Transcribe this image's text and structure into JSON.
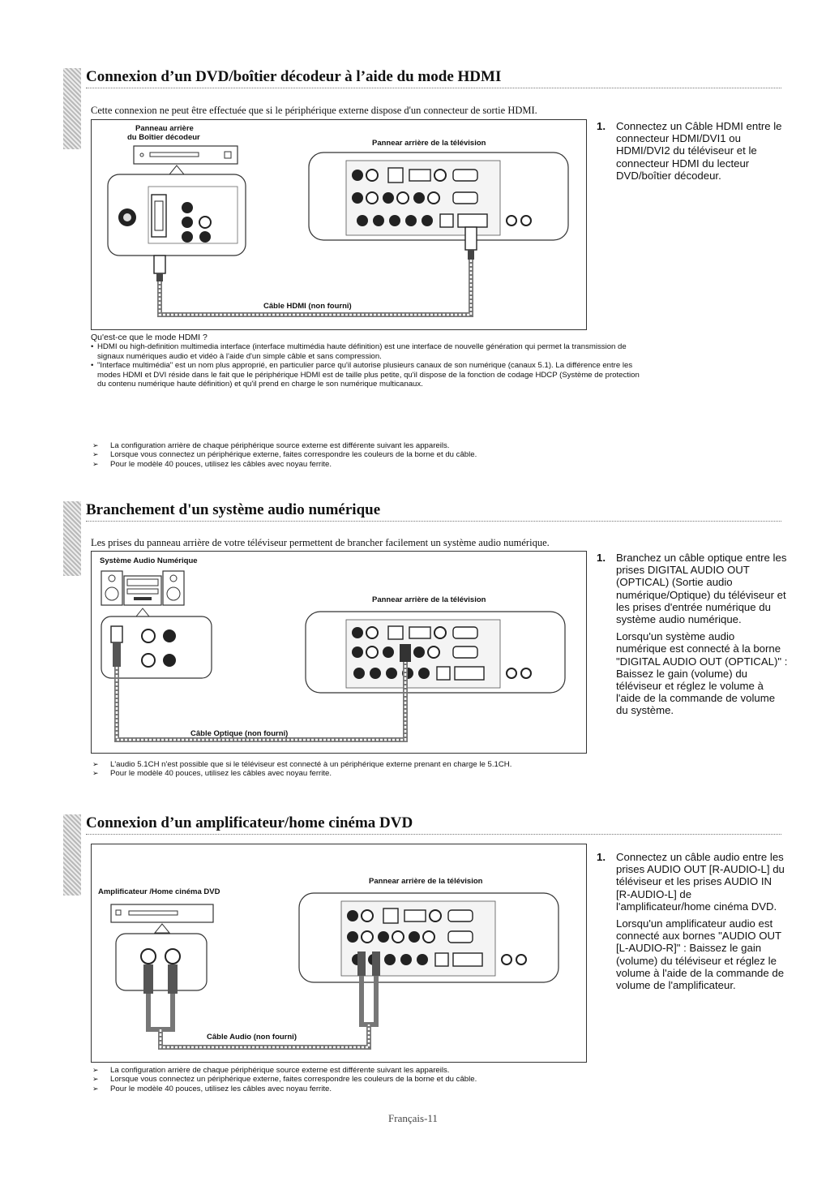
{
  "sections": [
    {
      "title": "Connexion d’un DVD/boîtier décodeur à l’aide du mode HDMI",
      "intro": "Cette connexion ne peut être effectuée que si le périphérique externe dispose d'un connecteur de sortie HDMI.",
      "diagram": {
        "device_label_line1": "Panneau arrière",
        "device_label_line2": "du Boîtier décodeur",
        "tv_label": "Pannear arrière de la télévision",
        "cable_label": "Câble HDMI (non fourni)"
      },
      "step_number": "1.",
      "step_text": "Connectez un Câble HDMI entre le connecteur HDMI/DVI1 ou HDMI/DVI2 du téléviseur et le connecteur HDMI du lecteur DVD/boîtier décodeur.",
      "hdmi_heading": "Qu'est-ce que le mode HDMI ?",
      "hdmi_bullets": [
        "HDMI ou high-definition multimedia interface (interface multimédia haute définition) est une interface de nouvelle génération qui permet la transmission de signaux numériques audio et vidéo à l'aide d'un simple câble et sans compression.",
        "\"Interface multimédia\" est un nom plus approprié, en particulier parce qu'il autorise plusieurs canaux de son numérique (canaux 5.1). La différence entre les modes HDMI et DVI réside dans le fait que le périphérique HDMI est de taille plus petite, qu'il dispose de la fonction de codage HDCP (Système de protection du contenu numérique haute définition) et qu'il prend en charge le son numérique multicanaux."
      ],
      "notes": [
        "La configuration arrière de chaque périphérique source externe est différente suivant les appareils.",
        "Lorsque vous connectez un périphérique externe, faites correspondre les couleurs de la borne et du câble.",
        "Pour le modèle 40 pouces, utilisez les câbles avec noyau ferrite."
      ]
    },
    {
      "title": "Branchement d'un système audio numérique",
      "intro": "Les prises du panneau arrière de votre téléviseur permettent de brancher facilement un système audio numérique.",
      "diagram": {
        "device_label": "Système Audio Numérique",
        "tv_label": "Pannear arrière de la télévision",
        "cable_label": "Câble Optique (non fourni)"
      },
      "step_number": "1.",
      "step_text_1": "Branchez un câble optique entre les prises DIGITAL AUDIO OUT (OPTICAL) (Sortie audio numérique/Optique) du téléviseur et les prises d'entrée numérique du système audio numérique.",
      "step_text_2": "Lorsqu'un système audio numérique est connecté à la borne \"DIGITAL AUDIO OUT (OPTICAL)\" : Baissez le gain (volume) du téléviseur et réglez le volume à l'aide de la commande de volume du système.",
      "notes": [
        "L'audio 5.1CH n'est possible que si le téléviseur est connecté à un périphérique externe prenant en charge le 5.1CH.",
        "Pour le modèle 40 pouces, utilisez les câbles avec noyau ferrite."
      ]
    },
    {
      "title": "Connexion d’un amplificateur/home cinéma DVD",
      "diagram": {
        "device_label": "Amplificateur /Home cinéma DVD",
        "tv_label": "Pannear arrière de la télévision",
        "cable_label": "Câble Audio (non fourni)"
      },
      "step_number": "1.",
      "step_text_1": "Connectez un câble audio entre les prises AUDIO OUT [R-AUDIO-L] du téléviseur et les prises AUDIO IN [R-AUDIO-L] de l'amplificateur/home cinéma DVD.",
      "step_text_2": "Lorsqu'un amplificateur audio est connecté aux bornes \"AUDIO OUT [L-AUDIO-R]\" : Baissez le gain (volume) du téléviseur et réglez le volume à l'aide de la commande de volume de l'amplificateur.",
      "notes": [
        "La configuration arrière de chaque périphérique source externe est différente suivant les appareils.",
        "Lorsque vous connectez un périphérique externe, faites correspondre les couleurs de la borne et du câble.",
        "Pour le modèle 40 pouces, utilisez les câbles avec noyau ferrite."
      ]
    }
  ],
  "footer": "Français-11"
}
